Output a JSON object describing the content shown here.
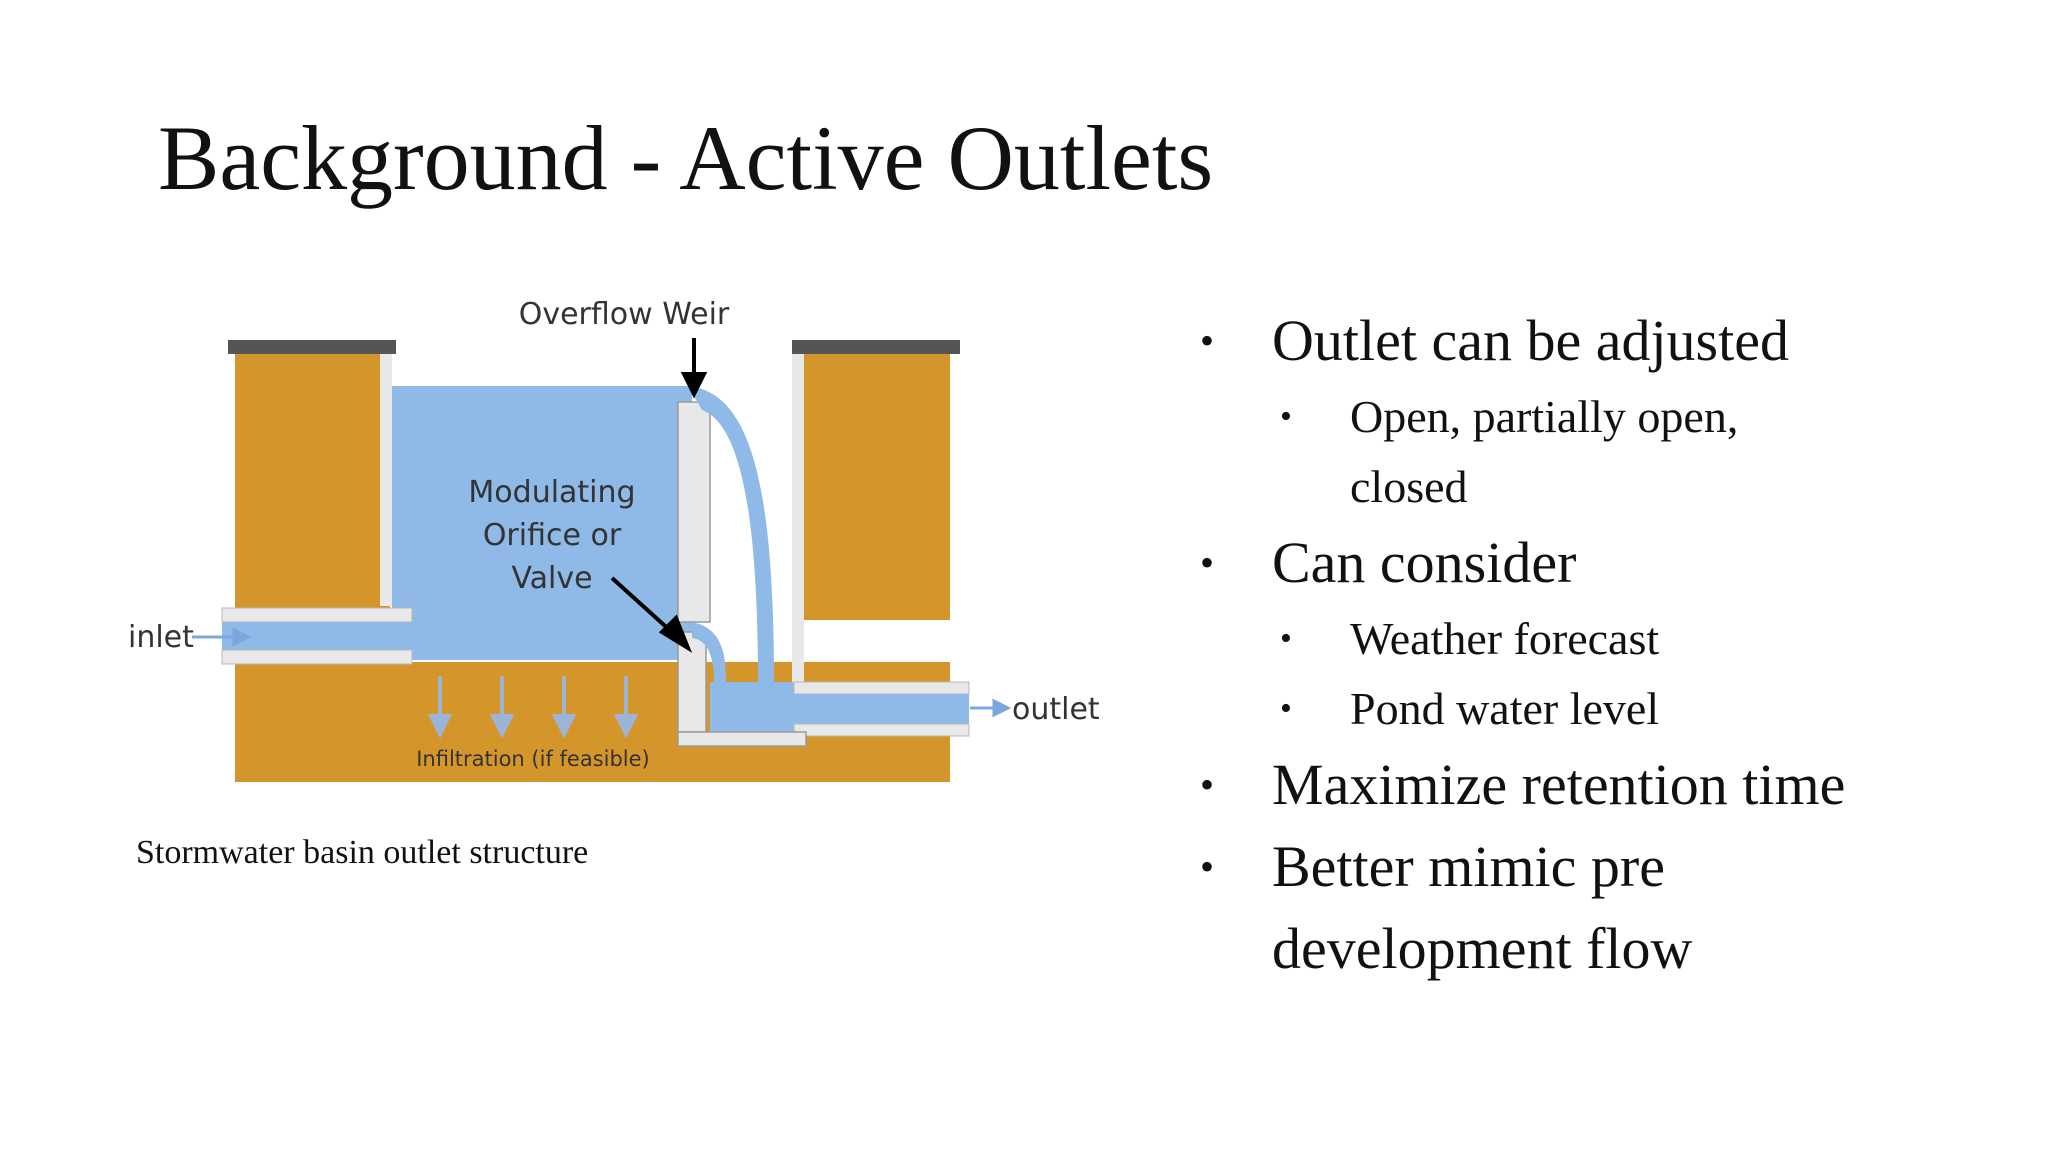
{
  "slide": {
    "title": "Background - Active Outlets",
    "caption": "Stormwater basin outlet structure"
  },
  "diagram": {
    "labels": {
      "overflow_weir": "Overflow Weir",
      "modulating_line1": "Modulating",
      "modulating_line2": "Orifice or",
      "modulating_line3": "Valve",
      "inlet": "inlet",
      "outlet": "outlet",
      "infiltration": "Infiltration (if feasible)"
    },
    "colors": {
      "soil": "#d4962a",
      "water": "#8fb9e6",
      "wall": "#e8e8e8",
      "cap": "#555555",
      "arrow": "#7aa7dc"
    }
  },
  "bullets": {
    "b1": "Outlet can be adjusted",
    "b1_sub1_line1": "Open, partially open,",
    "b1_sub1_line2": "closed",
    "b2": "Can consider",
    "b2_sub1": "Weather forecast",
    "b2_sub2": "Pond water level",
    "b3": "Maximize retention time",
    "b4_line1": "Better mimic pre",
    "b4_line2": "development flow",
    "marker": "•"
  }
}
